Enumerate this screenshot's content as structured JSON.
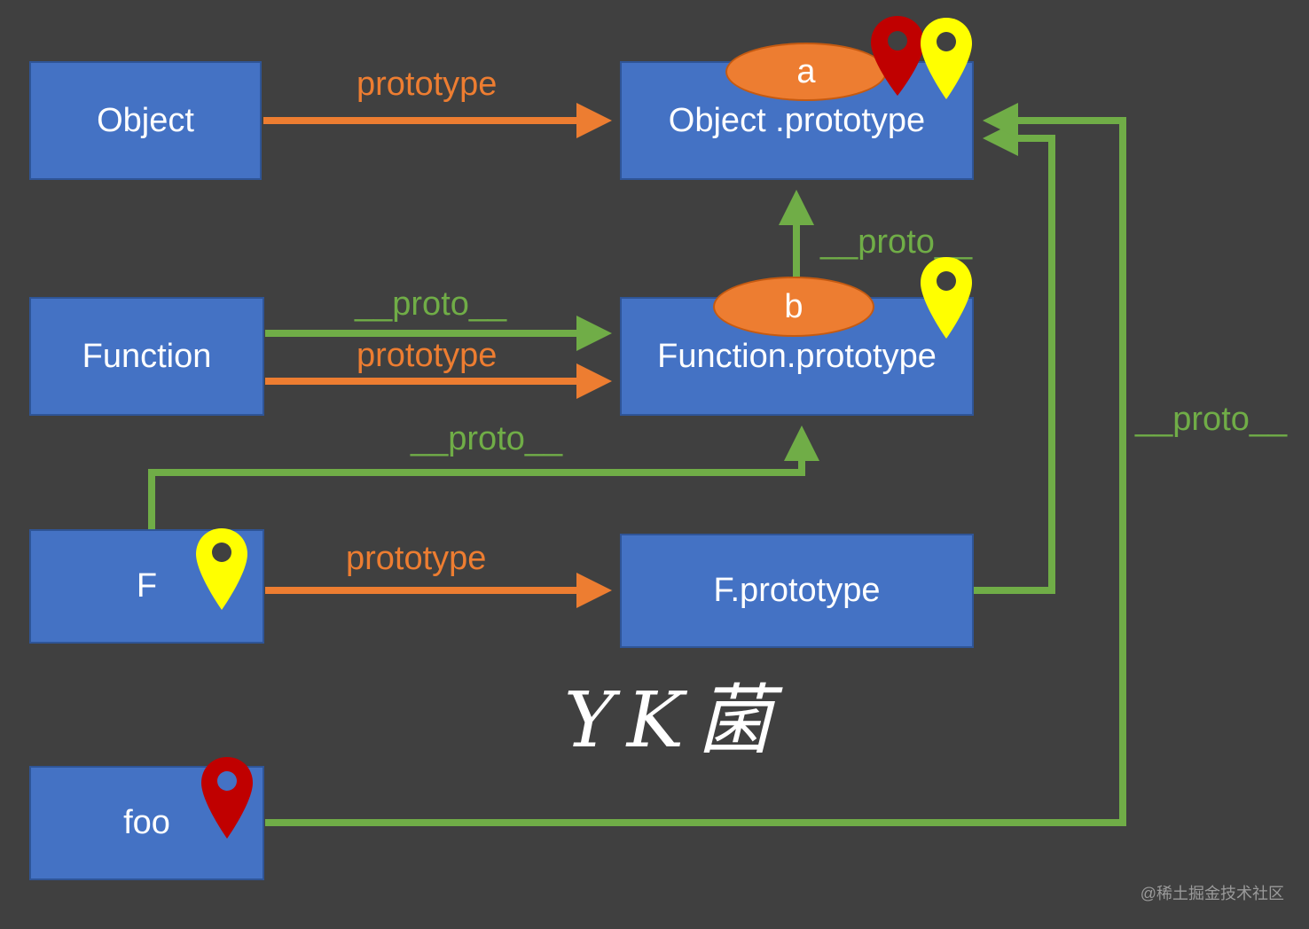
{
  "nodes": {
    "object": "Object",
    "object_prototype": "Object .prototype",
    "function": "Function",
    "function_prototype": "Function.prototype",
    "f": "F",
    "f_prototype": "F.prototype",
    "foo": "foo"
  },
  "ellipses": {
    "a": "a",
    "b": "b"
  },
  "labels": {
    "object_to_proto": "prototype",
    "function_proto_link": "__proto__",
    "function_prototype_link": "prototype",
    "f_proto_link": "__proto__",
    "f_prototype_link": "prototype",
    "funcproto_to_objproto": "__proto__",
    "foo_proto_link": "__proto__"
  },
  "signature": "YK菌",
  "watermark": "@稀土掘金技术社区",
  "colors": {
    "background": "#404040",
    "box": "#4472C4",
    "prototype_arrow": "#ED7D31",
    "proto_arrow": "#70AD47",
    "marker_red": "#C00000",
    "marker_yellow": "#FFFF00"
  },
  "legend_markers": [
    {
      "icon": "red-pin-icon",
      "on": "Object .prototype"
    },
    {
      "icon": "yellow-pin-icon",
      "on": "Object .prototype"
    },
    {
      "icon": "yellow-pin-icon",
      "on": "Function.prototype"
    },
    {
      "icon": "yellow-pin-icon",
      "on": "F"
    },
    {
      "icon": "red-pin-icon",
      "on": "foo"
    }
  ]
}
